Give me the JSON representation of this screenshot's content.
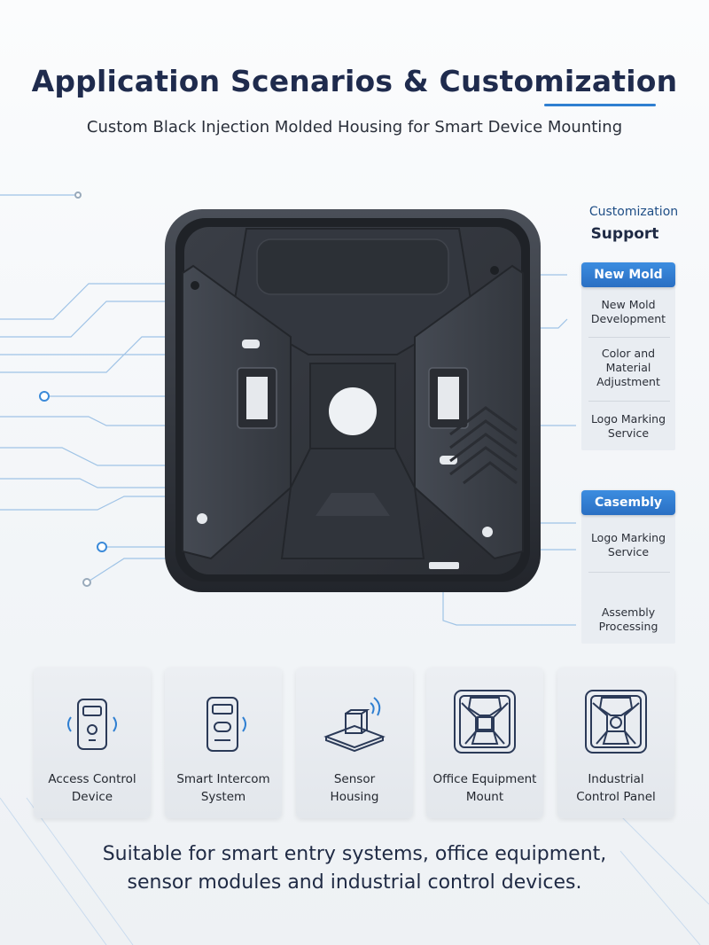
{
  "header": {
    "title": "Application Scenarios & Customization",
    "subtitle": "Custom Black Injection Molded Housing for Smart Device Mounting"
  },
  "customization": {
    "title": "Customization",
    "subtitle": "Support",
    "groups": [
      {
        "tag": "New Mold",
        "options": [
          "New Mold\nDevelopment",
          "Color and\nMaterial\nAdjustment",
          "Logo Marking\nService"
        ]
      },
      {
        "tag": "Casembly",
        "options": [
          "Logo Marking\nService",
          "Assembly\nProcessing"
        ]
      }
    ]
  },
  "applications": [
    {
      "label": "Access Control\nDevice",
      "icon": "access-control-icon"
    },
    {
      "label": "Smart Intercom\nSystem",
      "icon": "intercom-icon"
    },
    {
      "label": "Sensor\nHousing",
      "icon": "sensor-icon"
    },
    {
      "label": "Office Equipment\nMount",
      "icon": "office-mount-icon"
    },
    {
      "label": "Industrial\nControl Panel",
      "icon": "industrial-panel-icon"
    }
  ],
  "footer": {
    "line1": "Suitable for smart entry systems, office equipment,",
    "line2": "sensor modules and industrial control devices."
  },
  "colors": {
    "accent": "#2f7fd1",
    "title": "#1f2b4d",
    "housing": "#2f333b",
    "circuit": "#8fb8e0"
  }
}
